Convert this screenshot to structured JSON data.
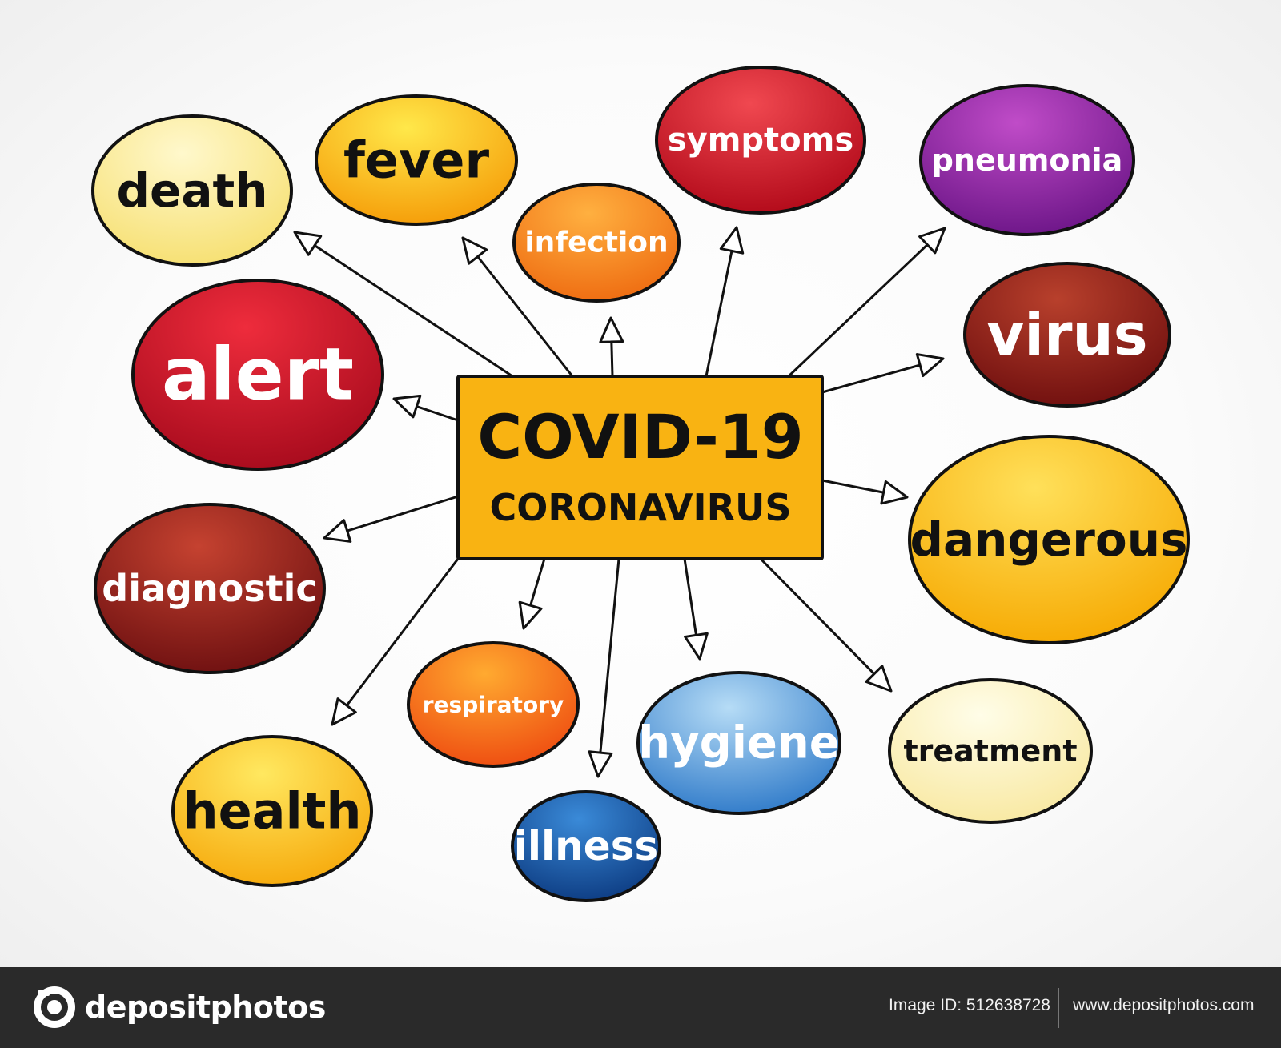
{
  "center": {
    "line1": "COVID-19",
    "line2": "CORONAVIRUS",
    "fill": "#f9b312"
  },
  "nodes": [
    {
      "id": "death",
      "label": "death",
      "fill_light": "#fff8cc",
      "fill_dark": "#f6df6f",
      "text_color": "#111111"
    },
    {
      "id": "fever",
      "label": "fever",
      "fill_light": "#ffe84a",
      "fill_dark": "#f59a06",
      "text_color": "#111111"
    },
    {
      "id": "symptoms",
      "label": "symptoms",
      "fill_light": "#f04850",
      "fill_dark": "#b00818",
      "text_color": "#ffffff"
    },
    {
      "id": "pneumonia",
      "label": "pneumonia",
      "fill_light": "#c04cc8",
      "fill_dark": "#6a1486",
      "text_color": "#ffffff"
    },
    {
      "id": "infection",
      "label": "infection",
      "fill_light": "#ffb040",
      "fill_dark": "#ee6a10",
      "text_color": "#ffffff"
    },
    {
      "id": "alert",
      "label": "alert",
      "fill_light": "#ee2c3c",
      "fill_dark": "#a50a1c",
      "text_color": "#ffffff"
    },
    {
      "id": "virus",
      "label": "virus",
      "fill_light": "#b8402c",
      "fill_dark": "#6e0e0e",
      "text_color": "#ffffff"
    },
    {
      "id": "dangerous",
      "label": "dangerous",
      "fill_light": "#ffe05a",
      "fill_dark": "#f6a800",
      "text_color": "#111111"
    },
    {
      "id": "diagnostic",
      "label": "diagnostic",
      "fill_light": "#c54230",
      "fill_dark": "#6c0f10",
      "text_color": "#ffffff"
    },
    {
      "id": "respiratory",
      "label": "respiratory",
      "fill_light": "#ffaa30",
      "fill_dark": "#ee4a10",
      "text_color": "#ffffff"
    },
    {
      "id": "hygiene",
      "label": "hygiene",
      "fill_light": "#b6dcf6",
      "fill_dark": "#2c78c8",
      "text_color": "#ffffff"
    },
    {
      "id": "treatment",
      "label": "treatment",
      "fill_light": "#fffde8",
      "fill_dark": "#f8e8a0",
      "text_color": "#111111"
    },
    {
      "id": "health",
      "label": "health",
      "fill_light": "#ffe860",
      "fill_dark": "#f6a80a",
      "text_color": "#111111"
    },
    {
      "id": "illness",
      "label": "illness",
      "fill_light": "#3a8ad8",
      "fill_dark": "#0c3a80",
      "text_color": "#ffffff"
    }
  ],
  "footer": {
    "brand": "depositphotos",
    "image_id": "Image ID: 512638728",
    "site": "www.depositphotos.com"
  },
  "icons": {
    "logo": "camera-aperture-icon"
  }
}
